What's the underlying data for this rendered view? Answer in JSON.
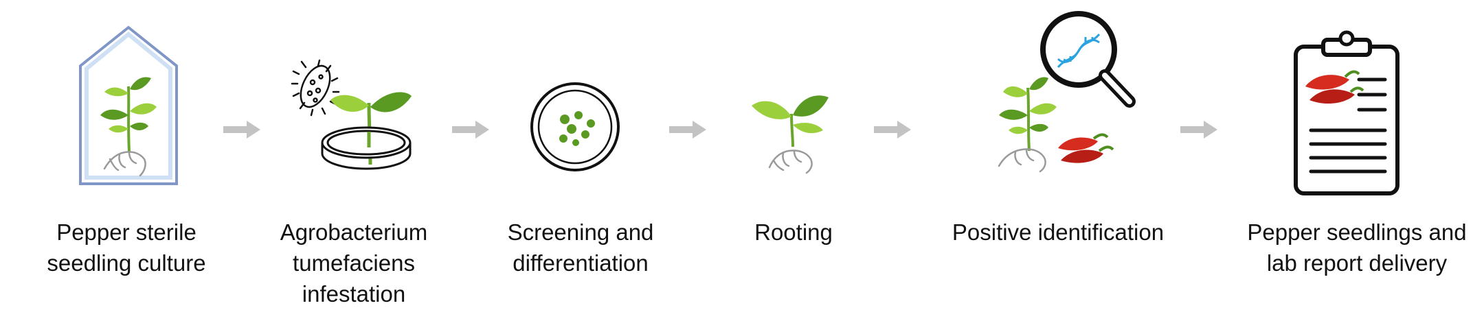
{
  "colors": {
    "arrow": "#c3c3c3",
    "leaf_light": "#9bcf3c",
    "leaf_dark": "#5a9a22",
    "stem": "#6aa52c",
    "pepper_red": "#d62b1f",
    "pepper_stem": "#4f8f1f",
    "greenhouse_stroke": "#7f96c6",
    "greenhouse_fill": "#cfe0f4",
    "dna_blue": "#2aa3e0",
    "outline": "#111111",
    "hand": "#9a9a9a"
  },
  "steps": [
    {
      "id": "step1",
      "icon": "greenhouse-seedling-icon",
      "label_lines": [
        "Pepper sterile",
        "seedling culture"
      ]
    },
    {
      "id": "step2",
      "icon": "bacterium-petri-dish-icon",
      "label_lines": [
        "Agrobacterium",
        "tumefaciens",
        "infestation"
      ]
    },
    {
      "id": "step3",
      "icon": "petri-dish-colonies-icon",
      "label_lines": [
        "Screening and",
        "differentiation"
      ]
    },
    {
      "id": "step4",
      "icon": "rooting-seedling-icon",
      "label_lines": [
        "Rooting"
      ]
    },
    {
      "id": "step5",
      "icon": "magnifier-dna-plant-icon",
      "label_lines": [
        "Positive identification"
      ]
    },
    {
      "id": "step6",
      "icon": "clipboard-report-icon",
      "label_lines": [
        "Pepper seedlings and",
        "lab report delivery"
      ]
    }
  ]
}
